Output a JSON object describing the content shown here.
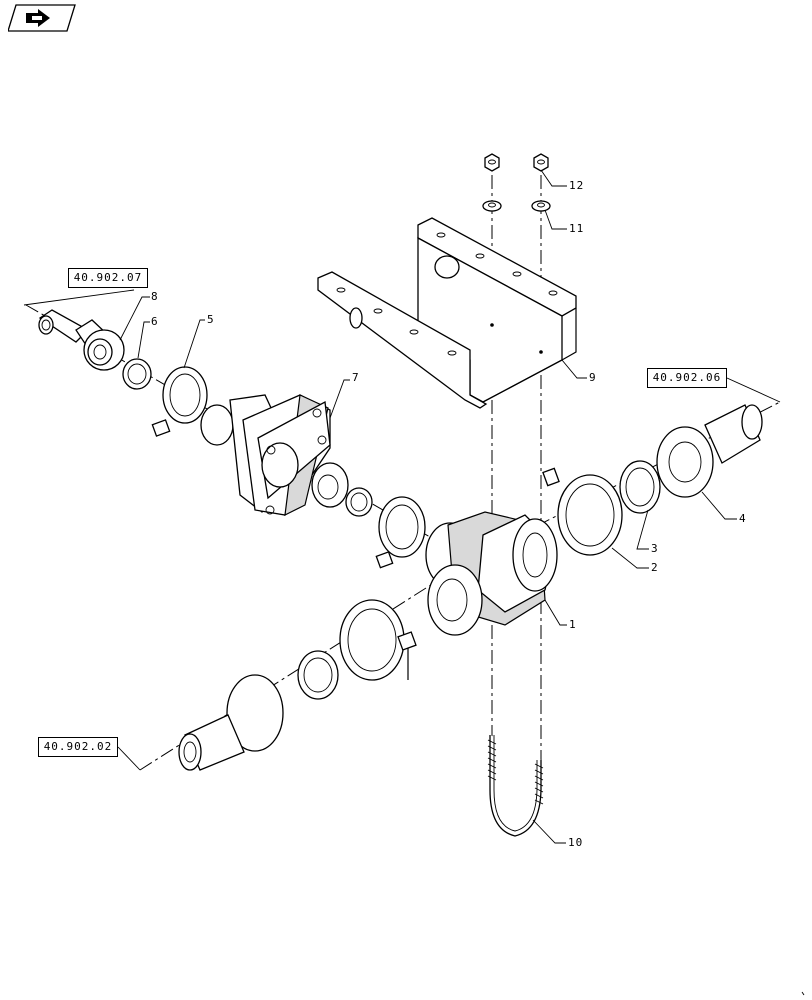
{
  "nav": {
    "icon": "back-arrow-icon"
  },
  "references": {
    "top_left": "40.902.07",
    "right": "40.902.06",
    "bottom_left": "40.902.02"
  },
  "callouts": {
    "c1": "1",
    "c2": "2",
    "c3": "3",
    "c4": "4",
    "c5": "5",
    "c6": "6",
    "c7": "7",
    "c8": "8",
    "c9": "9",
    "c10": "10",
    "c11": "11",
    "c12": "12"
  }
}
